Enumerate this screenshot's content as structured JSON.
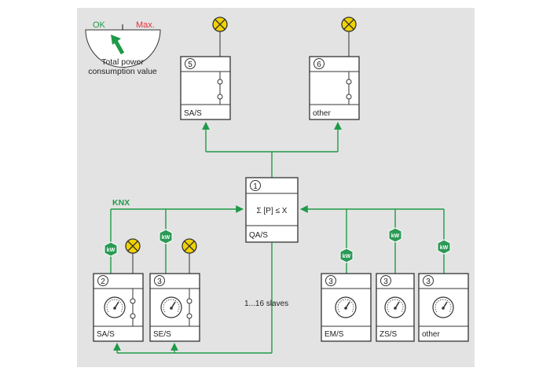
{
  "gauge": {
    "ok_label": "OK",
    "max_label": "Max.",
    "caption_line1": "Total power",
    "caption_line2": "consumption value"
  },
  "central": {
    "number": "1",
    "formula": "Σ [P] ≤ X",
    "name": "QA/S"
  },
  "top_devices": [
    {
      "number": "5",
      "name": "SA/S"
    },
    {
      "number": "6",
      "name": "other"
    }
  ],
  "bus": {
    "label": "KNX"
  },
  "slaves_label": "1...16  slaves",
  "kw_label": "kW",
  "left_devices": [
    {
      "number": "2",
      "name": "SA/S"
    },
    {
      "number": "3",
      "name": "SE/S"
    }
  ],
  "right_devices": [
    {
      "number": "3",
      "name": "EM/S"
    },
    {
      "number": "3",
      "name": "ZS/S"
    },
    {
      "number": "3",
      "name": "other"
    }
  ],
  "colors": {
    "background": "#e3e3e3",
    "green": "#1f9a48",
    "red": "#e0323c",
    "lamp": "#f2d300",
    "line": "#3a3a3a"
  }
}
